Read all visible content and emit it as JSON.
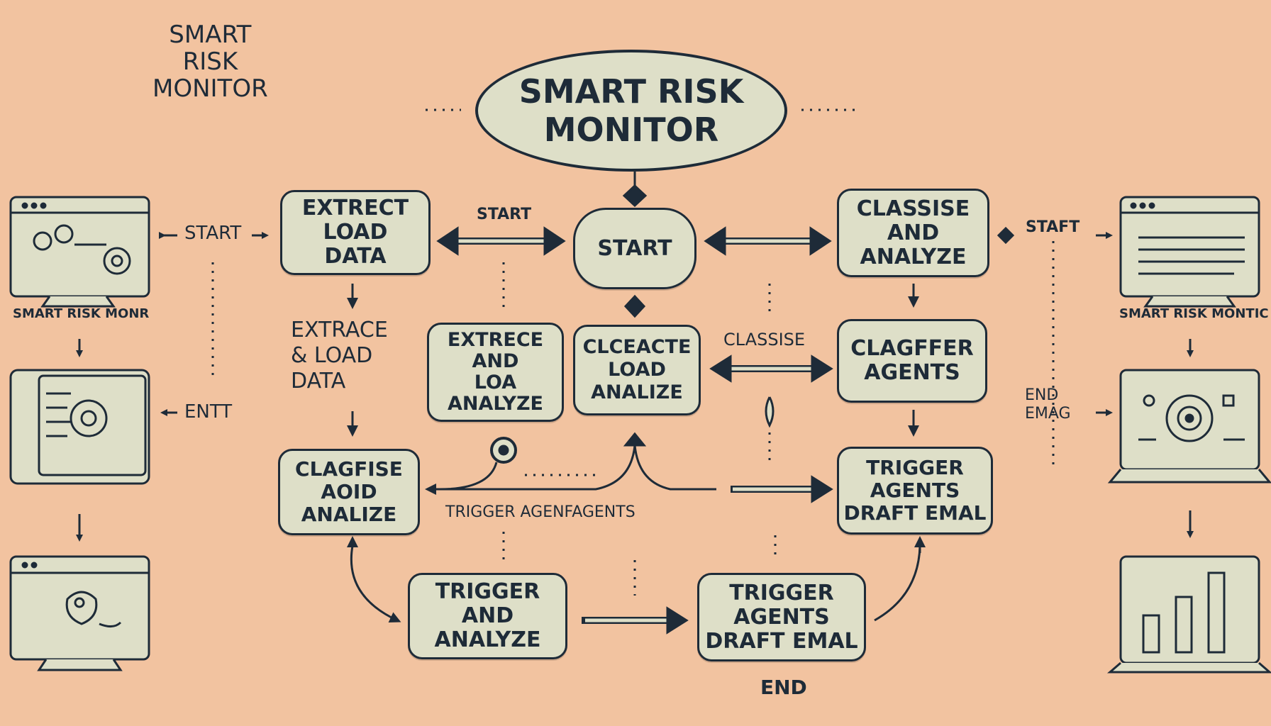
{
  "corner_title": "SMART\nRISK\nMONITOR",
  "title": "SMART RISK\nMONITOR",
  "boxes": {
    "extract_load": "EXTRECT\nLOAD\nDATA",
    "start": "START",
    "classise_analyze": "CLASSISE\nAND\nANALYZE",
    "extrece_analyze": "EXTRECE\nAND\nLOA\nANALYZE",
    "cleceacte_load": "CLCEACTE\nLOAD\nANALIZE",
    "clagffer_agents": "CLAGFFER\nAGENTS",
    "clagfise_analize": "CLAGFISE\nAOID\nANALIZE",
    "trigger_draft_right": "TRIGGER\nAGENTS\nDRAFT EMAL",
    "trigger_analyze": "TRIGGER\nAND\nANALYZE",
    "trigger_draft_bottom": "TRIGGER\nAGENTS\nDRAFT EMAL"
  },
  "labels": {
    "start_left": "START",
    "start_mid": "START",
    "start_right": "STAFT",
    "extract_side": "EXTRACE\n& LOAD\nDATA",
    "entt": "ENTT",
    "classise": "CLASSISE",
    "trigger_agents": "TRIGGER AGENFAGENTS",
    "end_email": "END\nEMAG",
    "end": "END",
    "device_left": "SMART RISK MONR",
    "device_right": "SMART RISK MONTIC"
  },
  "icons": [
    "monitor-gears-icon",
    "tablet-gear-icon",
    "monitor-alert-icon",
    "monitor-list-icon",
    "laptop-target-icon",
    "laptop-chart-icon"
  ],
  "colors": {
    "background": "#f2c3a0",
    "box_fill": "#dedfc8",
    "ink": "#1e2b38"
  }
}
